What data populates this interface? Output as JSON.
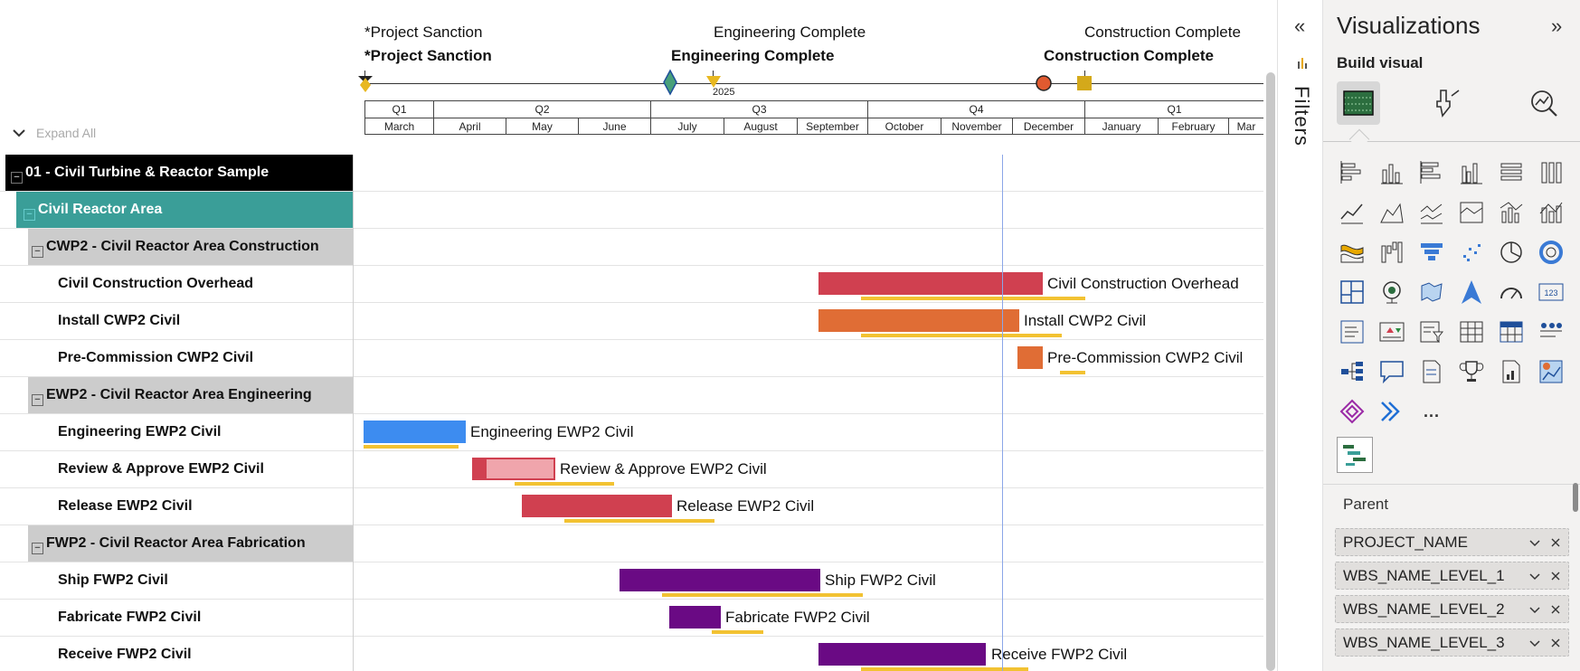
{
  "gantt": {
    "milestones": [
      {
        "top_label": "*Project Sanction",
        "bold_label": "*Project Sanction"
      },
      {
        "top_label": "Engineering Complete",
        "bold_label": "Engineering Complete"
      },
      {
        "top_label": "Construction Complete",
        "bold_label": "Construction Complete"
      }
    ],
    "year_label": "2025",
    "quarters": [
      "Q1",
      "Q2",
      "Q3",
      "Q4",
      "Q1"
    ],
    "months": [
      "March",
      "April",
      "May",
      "June",
      "July",
      "August",
      "September",
      "October",
      "November",
      "December",
      "January",
      "February",
      "Mar"
    ],
    "expand_all": "Expand All",
    "rows": [
      {
        "label": "01 - Civil Turbine & Reactor Sample",
        "level": 0,
        "bar_label": ""
      },
      {
        "label": "Civil Reactor Area",
        "level": 1,
        "bar_label": ""
      },
      {
        "label": "CWP2 - Civil Reactor Area Construction",
        "level": 2,
        "bar_label": ""
      },
      {
        "label": "Civil Construction Overhead",
        "level": 3,
        "bar_label": "Civil Construction Overhead"
      },
      {
        "label": "Install CWP2 Civil",
        "level": 3,
        "bar_label": "Install CWP2 Civil"
      },
      {
        "label": "Pre-Commission CWP2 Civil",
        "level": 3,
        "bar_label": "Pre-Commission CWP2 Civil"
      },
      {
        "label": "EWP2 - Civil Reactor Area Engineering",
        "level": 2,
        "bar_label": ""
      },
      {
        "label": "Engineering EWP2 Civil",
        "level": 3,
        "bar_label": "Engineering EWP2 Civil"
      },
      {
        "label": "Review & Approve EWP2 Civil",
        "level": 3,
        "bar_label": "Review & Approve EWP2 Civil"
      },
      {
        "label": "Release EWP2 Civil",
        "level": 3,
        "bar_label": "Release EWP2 Civil"
      },
      {
        "label": "FWP2 - Civil Reactor Area Fabrication",
        "level": 2,
        "bar_label": ""
      },
      {
        "label": "Ship FWP2 Civil",
        "level": 3,
        "bar_label": "Ship FWP2 Civil"
      },
      {
        "label": "Fabricate FWP2 Civil",
        "level": 3,
        "bar_label": "Fabricate FWP2 Civil"
      },
      {
        "label": "Receive FWP2 Civil",
        "level": 3,
        "bar_label": "Receive FWP2 Civil"
      }
    ],
    "colors": {
      "level0_bg": "#000000",
      "level1_bg": "#3a9e98",
      "level2_bg": "#cccccc",
      "construction_red": "#d04050",
      "install_orange": "#e06d35",
      "engineering_blue": "#3d8cf0",
      "review_pink": "#f0a5ac",
      "fabrication_purple": "#6a0a84",
      "baseline_yellow": "#f2c232",
      "today_line": "#8aa6e8"
    }
  },
  "filters": {
    "label": "Filters",
    "collapse_icon": "«"
  },
  "visualizations": {
    "title": "Visualizations",
    "expand_icon": "»",
    "build_visual": "Build visual",
    "field_wells": {
      "parent_label": "Parent",
      "fields": [
        "PROJECT_NAME",
        "WBS_NAME_LEVEL_1",
        "WBS_NAME_LEVEL_2",
        "WBS_NAME_LEVEL_3"
      ]
    },
    "more": "..."
  }
}
